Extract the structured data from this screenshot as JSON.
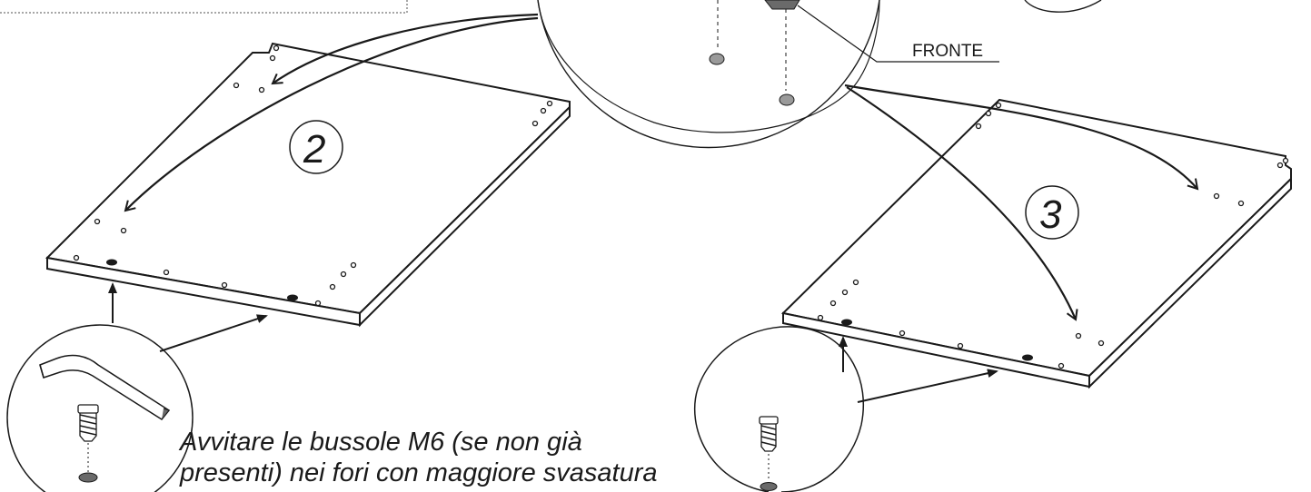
{
  "labels": {
    "front": "FRONTE",
    "panel_left_number": "2",
    "panel_right_number": "3"
  },
  "caption": {
    "line1": "Avvitare le bussole M6 (se non già",
    "line2": "presenti) nei fori con maggiore svasatura"
  },
  "colors": {
    "ink": "#1a1a1a",
    "hole_fill": "#9a9a9a",
    "dotted_box": "#8a8a8a"
  },
  "icons": [
    "allen-key-icon",
    "threaded-insert-icon",
    "countersunk-hole-icon"
  ]
}
